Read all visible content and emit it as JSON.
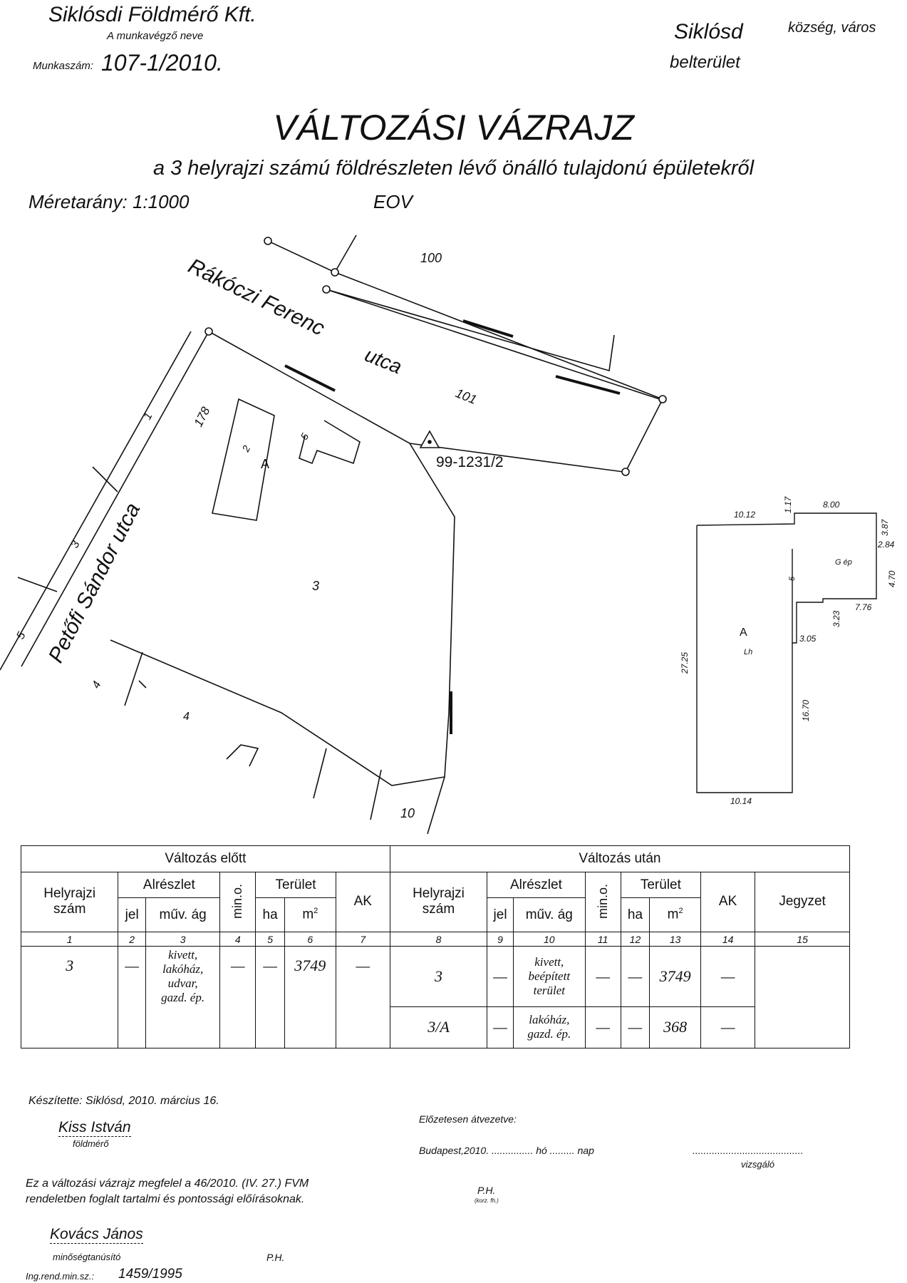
{
  "header": {
    "company": "Siklósdi Földmérő Kft.",
    "company_caption": "A munkavégző neve",
    "work_number_label": "Munkaszám:",
    "work_number": "107-1/2010.",
    "town": "Siklósd",
    "town_type": "község, város",
    "area_type": "belterület"
  },
  "title": "VÁLTOZÁSI VÁZRAJZ",
  "subtitle": "a 3 helyrajzi számú földrészleten lévő önálló tulajdonú épületekről",
  "scale": "Méretarány: 1:1000",
  "projection": "EOV",
  "map": {
    "street_top": "Rákóczi Ferenc",
    "street_top_suffix": "utca",
    "street_left": "Petőfi Sándor utca",
    "parcel_100": "100",
    "parcel_101": "101",
    "parcel_178": "178",
    "parcel_1": "1",
    "parcel_3_left": "3",
    "parcel_5": "5",
    "parcel_4_left": "4",
    "parcel_4": "4",
    "parcel_3": "3",
    "parcel_10": "10",
    "control_point": "99-1231/2",
    "building_a": "A",
    "marker_5": "5",
    "marker_2": "2"
  },
  "detail": {
    "d_top_left": "10.12",
    "d_117": "1.17",
    "d_800": "8.00",
    "d_387": "3.87",
    "d_284": "2.84",
    "d_470": "4.70",
    "d_776": "7.76",
    "d_323": "3.23",
    "d_305": "3.05",
    "d_2725": "27.25",
    "d_1670": "16.70",
    "d_bottom": "10.14",
    "label_a": "A",
    "label_lh": "Lh",
    "label_gep": "G ép",
    "marker_5": "5"
  },
  "table": {
    "before": "Változás előtt",
    "after": "Változás után",
    "hrsz": "Helyrajzi szám",
    "alreszlet": "Alrészlet",
    "terulet": "Terület",
    "mino": "min.o.",
    "jel": "jel",
    "muvag": "műv. ág",
    "ha": "ha",
    "m2": "m",
    "m2_sup": "2",
    "ak": "AK",
    "jegyzet": "Jegyzet",
    "col_numbers": [
      "1",
      "2",
      "3",
      "4",
      "5",
      "6",
      "7",
      "8",
      "9",
      "10",
      "11",
      "12",
      "13",
      "14",
      "15"
    ],
    "before_row": {
      "hrsz": "3",
      "jel": "—",
      "muvag_lines": [
        "kivett,",
        "lakóház,",
        "udvar,",
        "gazd. ép."
      ],
      "mino": "—",
      "ha": "—",
      "m2": "3749",
      "ak": "—"
    },
    "after_rows": [
      {
        "hrsz": "3",
        "jel": "—",
        "muvag_lines": [
          "kivett,",
          "beépített",
          "terület"
        ],
        "mino": "—",
        "ha": "—",
        "m2": "3749",
        "ak": "—"
      },
      {
        "hrsz": "3/A",
        "jel": "—",
        "muvag_lines": [
          "lakóház,",
          "gazd. ép."
        ],
        "mino": "—",
        "ha": "—",
        "m2": "368",
        "ak": "—"
      }
    ]
  },
  "footer": {
    "prepared": "Készítette: Siklósd, 2010. március 16.",
    "surveyor_name": "Kiss István",
    "surveyor_role": "földmérő",
    "prelim": "Előzetesen átvezetve:",
    "budapest_line": "Budapest,2010. ............... hó ......... nap",
    "reviewer_dots": "........................................",
    "reviewer_role": "vizsgáló",
    "compliance_1": "Ez a változási vázrajz megfelel a 46/2010. (IV. 27.) FVM",
    "compliance_2": "rendeletben foglalt tartalmi és pontossági előírásoknak.",
    "ph_center": "P.H.",
    "ph_center_sub": "(korz. fh.)",
    "qa_name": "Kovács János",
    "qa_role": "minőségtanúsító",
    "qa_ph": "P.H.",
    "reg_label": "Ing.rend.min.sz.:",
    "reg_value": "1459/1995"
  }
}
